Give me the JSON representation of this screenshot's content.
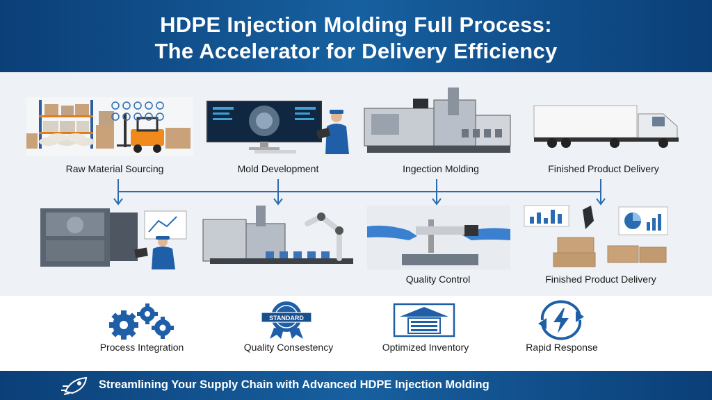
{
  "header": {
    "title_line1": "HDPE Injection Molding Full Process:",
    "title_line2": "The Accelerator for Delivery Efficiency"
  },
  "process_steps_top": [
    {
      "label": "Raw Material Sourcing"
    },
    {
      "label": "Mold Development"
    },
    {
      "label": "Ingection Molding"
    },
    {
      "label": "Finished Product Delivery"
    }
  ],
  "process_steps_bottom": [
    {
      "label": "Quality Control"
    },
    {
      "label": "Finished Product Delivery"
    }
  ],
  "features": [
    {
      "label": "Process Integration",
      "icon": "gears-icon"
    },
    {
      "label": "Quality Consestency",
      "icon": "standard-badge-icon",
      "badge_text": "STANDARD"
    },
    {
      "label": "Optimized Inventory",
      "icon": "warehouse-icon"
    },
    {
      "label": "Rapid Response",
      "icon": "lightning-cycle-icon"
    }
  ],
  "footer": {
    "text": "Streamlining Your Supply Chain with Advanced HDPE Injection Molding",
    "icon": "rocket-icon"
  },
  "colors": {
    "header_bg": "#0b3f78",
    "accent": "#1f5fa8",
    "connector": "#2b6cb0",
    "footer_bg": "#0b3f78"
  }
}
